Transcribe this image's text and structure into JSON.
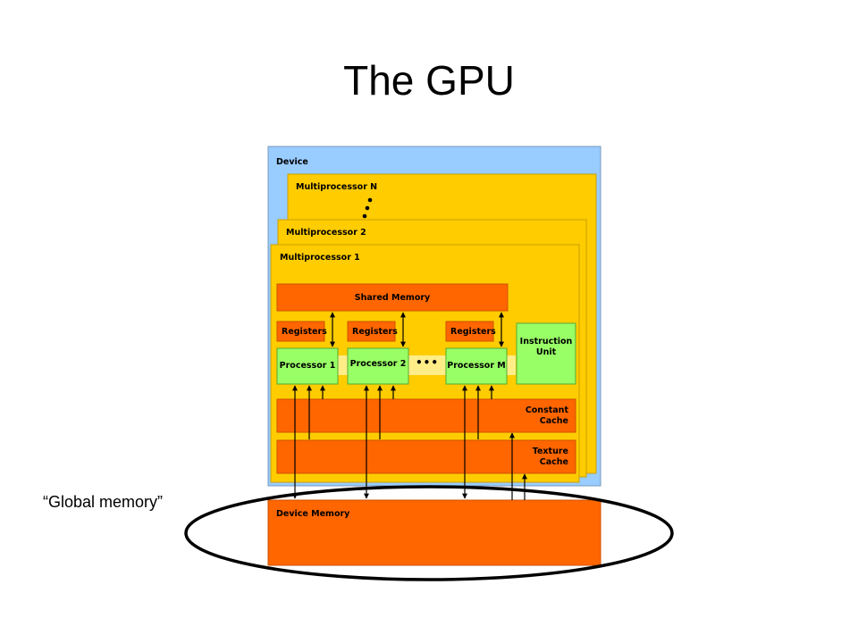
{
  "title": "The GPU",
  "caption": "“Global memory”",
  "diagram": {
    "device": "Device",
    "multiprocessor_n": "Multiprocessor N",
    "multiprocessor_2": "Multiprocessor 2",
    "multiprocessor_1": "Multiprocessor 1",
    "shared_memory": "Shared Memory",
    "registers": [
      "Registers",
      "Registers",
      "Registers"
    ],
    "processors": [
      "Processor 1",
      "Processor 2",
      "Processor M"
    ],
    "instruction_unit": [
      "Instruction",
      "Unit"
    ],
    "constant_cache": [
      "Constant",
      "Cache"
    ],
    "texture_cache": [
      "Texture",
      "Cache"
    ],
    "device_memory": "Device Memory",
    "ellipsis": "•••"
  },
  "colors": {
    "device_bg": "#99ccff",
    "multiprocessor": "#ffcc00",
    "memory_block": "#ff6600",
    "processor": "#99ff66",
    "highlight_ellipse": "#000000"
  }
}
